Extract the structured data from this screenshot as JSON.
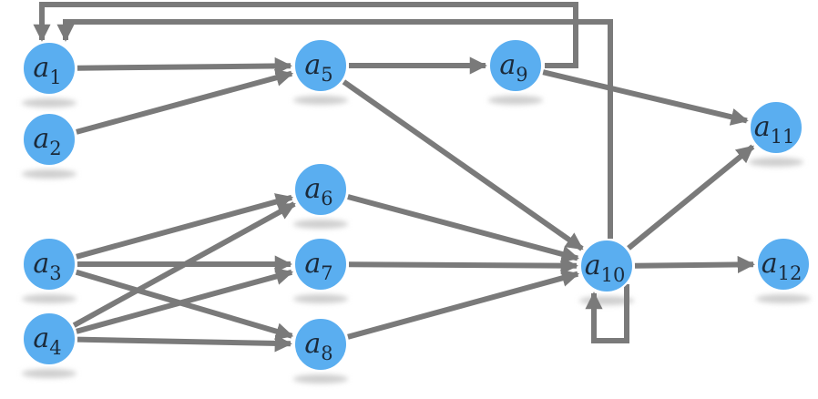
{
  "colors": {
    "node_fill": "#5aaef0",
    "node_stroke": "#ffffff",
    "edge": "#7a7a7a",
    "shadow": "#cfcfcf"
  },
  "nodes": [
    {
      "id": "a1",
      "base": "a",
      "sub": "1"
    },
    {
      "id": "a2",
      "base": "a",
      "sub": "2"
    },
    {
      "id": "a3",
      "base": "a",
      "sub": "3"
    },
    {
      "id": "a4",
      "base": "a",
      "sub": "4"
    },
    {
      "id": "a5",
      "base": "a",
      "sub": "5"
    },
    {
      "id": "a6",
      "base": "a",
      "sub": "6"
    },
    {
      "id": "a7",
      "base": "a",
      "sub": "7"
    },
    {
      "id": "a8",
      "base": "a",
      "sub": "8"
    },
    {
      "id": "a9",
      "base": "a",
      "sub": "9"
    },
    {
      "id": "a10",
      "base": "a",
      "sub": "10"
    },
    {
      "id": "a11",
      "base": "a",
      "sub": "11"
    },
    {
      "id": "a12",
      "base": "a",
      "sub": "12"
    }
  ],
  "edges": [
    {
      "from": "a1",
      "to": "a5"
    },
    {
      "from": "a2",
      "to": "a5"
    },
    {
      "from": "a3",
      "to": "a6"
    },
    {
      "from": "a3",
      "to": "a7"
    },
    {
      "from": "a3",
      "to": "a8"
    },
    {
      "from": "a4",
      "to": "a6"
    },
    {
      "from": "a4",
      "to": "a7"
    },
    {
      "from": "a4",
      "to": "a8"
    },
    {
      "from": "a5",
      "to": "a9"
    },
    {
      "from": "a5",
      "to": "a10"
    },
    {
      "from": "a6",
      "to": "a10"
    },
    {
      "from": "a7",
      "to": "a10"
    },
    {
      "from": "a8",
      "to": "a10"
    },
    {
      "from": "a9",
      "to": "a11"
    },
    {
      "from": "a9",
      "to": "a1"
    },
    {
      "from": "a10",
      "to": "a1"
    },
    {
      "from": "a10",
      "to": "a10"
    },
    {
      "from": "a10",
      "to": "a11"
    },
    {
      "from": "a10",
      "to": "a12"
    }
  ]
}
